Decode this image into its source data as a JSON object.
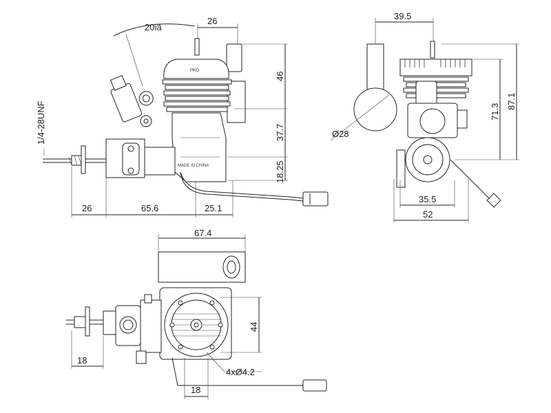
{
  "front_view": {
    "angle_label": "20iã",
    "top_dim": "26",
    "right_dims": [
      "46",
      "37.7",
      "18.25"
    ],
    "thread_label": "1/4-28UNF",
    "bottom_dims": [
      "26",
      "65.6",
      "25.1"
    ],
    "brand_mark": "PRO",
    "made_in": "MADE IN CHINA"
  },
  "side_view": {
    "top_dim": "39.5",
    "tank_diameter": "Ø28",
    "right_dims": [
      "71.3",
      "87.1"
    ],
    "bottom_dims": [
      "35.5",
      "52"
    ]
  },
  "bottom_view": {
    "top_dim": "67.4",
    "right_dim": "44",
    "hole_callout": "4xØ4.2",
    "left_dim": "18",
    "bottom_dim": "18"
  }
}
